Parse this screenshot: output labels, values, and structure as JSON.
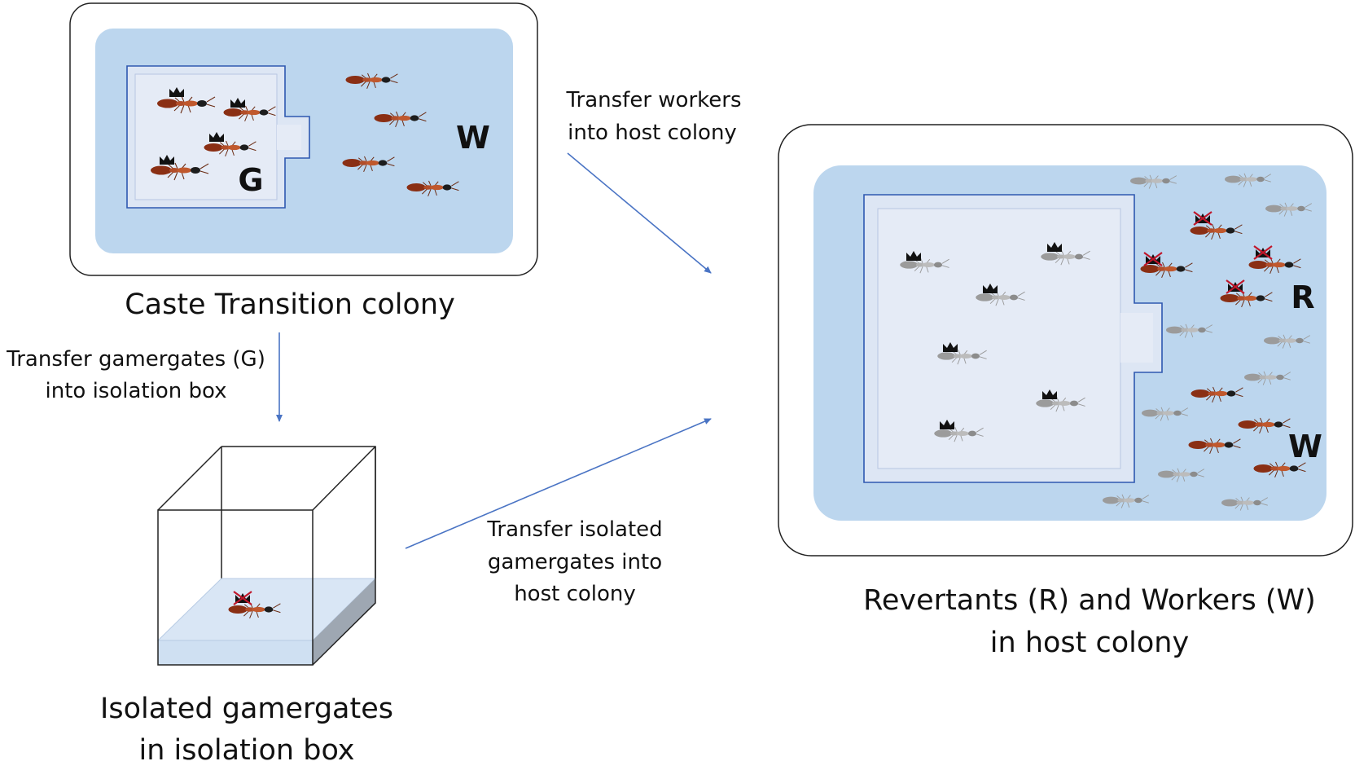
{
  "colony_a": {
    "caption": "Caste Transition colony",
    "inner_letter": "G",
    "outer_letter": "W"
  },
  "colony_b": {
    "caption_line1": "Revertants (R) and Workers (W)",
    "caption_line2": "in host colony",
    "letter_r": "R",
    "letter_w": "W"
  },
  "isolation": {
    "caption_line1": "Isolated gamergates",
    "caption_line2": "in isolation box"
  },
  "arrows": {
    "to_host_workers": [
      "Transfer workers",
      "into host colony"
    ],
    "to_isolation": [
      "Transfer gamergates (G)",
      "into isolation box"
    ],
    "to_host_isolated": [
      "Transfer isolated",
      "gamergates into",
      "host colony"
    ]
  },
  "colors": {
    "arena": "#bcd6ee",
    "nest_floor": "#dde6f4",
    "nest_border": "#2e58b0",
    "arrow": "#4a74c4",
    "ant_red": "#9a3a1c",
    "ant_gray": "#a9a9a9",
    "revertant_mark": "#c0162a"
  },
  "icons": [
    "ant-icon",
    "crown-icon",
    "revertant-crown-icon",
    "arrow-icon",
    "isolation-box-icon"
  ]
}
